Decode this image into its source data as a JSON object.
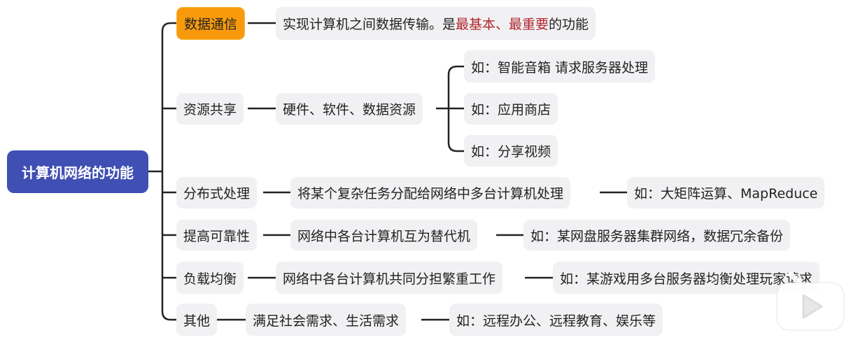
{
  "root": "计算机网络的功能",
  "branches": [
    {
      "label": "数据通信",
      "detail_pre": "实现计算机之间数据传输。是",
      "detail_red": "最基本、最重要",
      "detail_post": "的功能"
    },
    {
      "label": "资源共享",
      "detail": "硬件、软件、数据资源",
      "examples": [
        "如：智能音箱 请求服务器处理",
        "如：应用商店",
        "如：分享视频"
      ]
    },
    {
      "label": "分布式处理",
      "detail": "将某个复杂任务分配给网络中多台计算机处理",
      "example": "如：大矩阵运算、MapReduce"
    },
    {
      "label": "提高可靠性",
      "detail": "网络中各台计算机互为替代机",
      "example": "如：某网盘服务器集群网络，数据冗余备份"
    },
    {
      "label": "负载均衡",
      "detail": "网络中各台计算机共同分担繁重工作",
      "example": "如：某游戏用多台服务器均衡处理玩家请求"
    },
    {
      "label": "其他",
      "detail": "满足社会需求、生活需求",
      "example": "如：远程办公、远程教育、娱乐等"
    }
  ],
  "colors": {
    "root": "#3f4fb3",
    "highlight": "#f99a0c",
    "emphasis": "#b3262d"
  }
}
